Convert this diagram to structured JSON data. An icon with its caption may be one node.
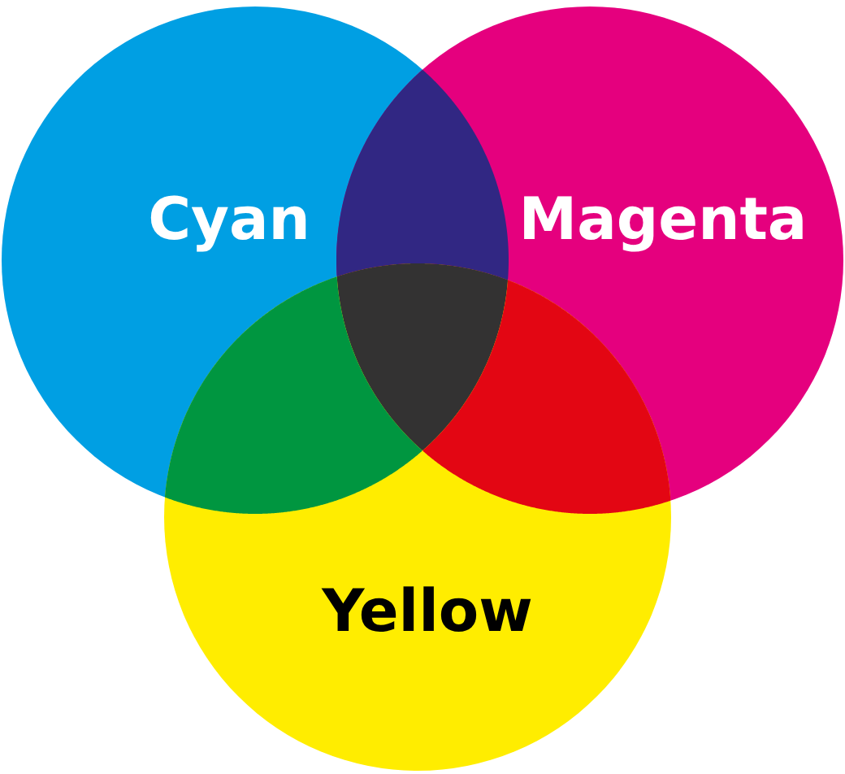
{
  "diagram": {
    "nodes": [
      {
        "text": [
          "Cyan"
        ]
      },
      {
        "text": [
          "Magenta"
        ]
      },
      {
        "text": [
          "Yellow"
        ]
      },
      {
        "text": [],
        "shape": "lens"
      },
      {
        "text": [],
        "shape": "triangle"
      },
      {
        "text": [],
        "shape": "lens"
      },
      {
        "text": [],
        "shape": "lens"
      }
    ]
  }
}
